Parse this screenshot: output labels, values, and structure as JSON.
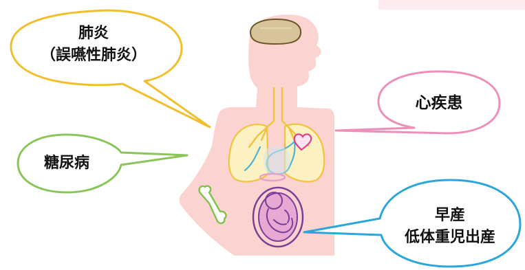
{
  "callouts": {
    "pneumonia": {
      "lines": [
        "肺炎",
        "（誤嚥性肺炎）"
      ],
      "border_color": "#f2bf2c"
    },
    "heart_disease": {
      "lines": [
        "心疾患"
      ],
      "border_color": "#ee8fba"
    },
    "diabetes": {
      "lines": [
        "糖尿病"
      ],
      "border_color": "#8ac55a"
    },
    "preterm": {
      "lines": [
        "早産",
        "低体重児出産"
      ],
      "border_color": "#2aa6da"
    }
  },
  "colors": {
    "body_fill": "#fbd3d0",
    "brain_fill": "#d8c49b",
    "brain_stroke": "#6b5428",
    "lung_fill": "#fbf1c2",
    "airway_stroke": "#f2c23c",
    "stomach_stroke": "#4fb3d2",
    "heart_stroke": "#d9428d",
    "fetus_stroke": "#7c3f98",
    "fetus_fill": "#e7a8d3",
    "bone_stroke": "#7ec246"
  },
  "icons": [
    "brain-icon",
    "lungs-icon",
    "heart-icon",
    "stomach-icon",
    "fetus-icon",
    "bone-icon"
  ]
}
